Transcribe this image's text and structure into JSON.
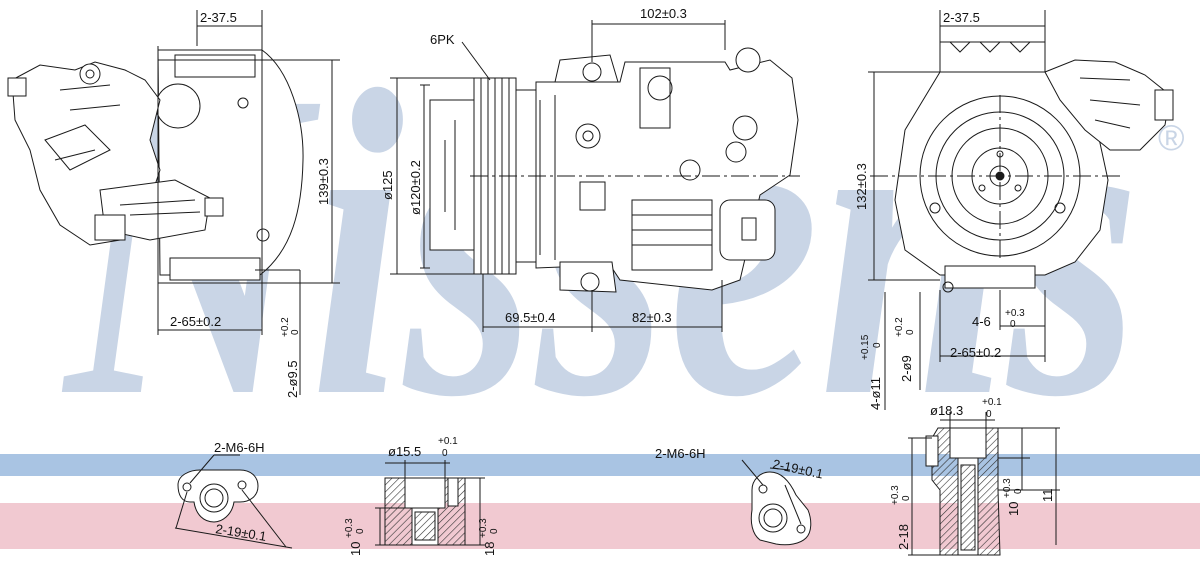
{
  "brand": {
    "watermark": "Nissens",
    "registered": "®"
  },
  "colors": {
    "watermark": "#c9d5e6",
    "band_blue": "#a9c4e3",
    "band_pink": "#f1c9d1",
    "line": "#1a1a1a",
    "part_fill": "#ffffff",
    "hatch": "#333333"
  },
  "dimensions": {
    "left_view": {
      "top_width": "2-37.5",
      "height": "139±0.3",
      "bottom_width": "2-65±0.2",
      "hole_dia": "2-ø9.5",
      "hole_tol_upper": "+0.2",
      "hole_tol_lower": "0"
    },
    "center_view": {
      "belt": "6PK",
      "top_width": "102±0.3",
      "pulley_outer_dia": "ø125",
      "pulley_inner_dia": "ø120±0.2",
      "offset_left": "69.5±0.4",
      "offset_right": "82±0.3"
    },
    "right_view": {
      "top_width": "2-37.5",
      "height": "132±0.3",
      "slot": "4-6",
      "slot_tol_upper": "+0.3",
      "slot_tol_lower": "0",
      "bottom_width": "2-65±0.2",
      "hole_dia": "2-ø9",
      "hole_tol_upper": "+0.2",
      "hole_tol_lower": "0",
      "bolt_dia": "4-ø11",
      "bolt_tol_upper": "+0.15",
      "bolt_tol_lower": "0"
    },
    "port1": {
      "thread": "2-M6-6H",
      "spacing": "2-19±0.1"
    },
    "port1_section": {
      "dia": "ø15.5",
      "dia_tol_upper": "+0.1",
      "dia_tol_lower": "0",
      "depth": "10",
      "depth_tol_upper": "+0.3",
      "depth_tol_lower": "0",
      "height": "18",
      "height_tol_upper": "+0.3",
      "height_tol_lower": "0"
    },
    "port2": {
      "thread": "2-M6-6H",
      "spacing": "2-19±0.1"
    },
    "port2_section": {
      "dia": "ø18.3",
      "dia_tol_upper": "+0.1",
      "dia_tol_lower": "0",
      "depth": "10",
      "depth_tol_upper": "+0.3",
      "depth_tol_lower": "0",
      "height": "2-18",
      "height_tol_upper": "+0.3",
      "height_tol_lower": "0",
      "side": "11"
    }
  }
}
